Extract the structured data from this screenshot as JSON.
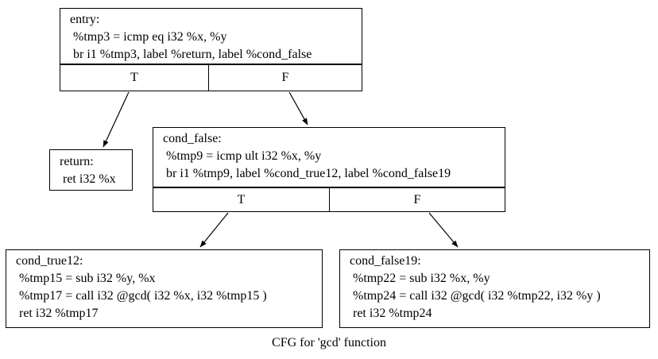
{
  "caption": "CFG for 'gcd' function",
  "colors": {
    "background": "#ffffff",
    "node_border": "#000000",
    "text": "#000000",
    "edge": "#000000"
  },
  "nodes": {
    "entry": {
      "label": "entry:",
      "lines": [
        " %tmp3 = icmp eq i32 %x, %y",
        " br i1 %tmp3, label %return, label %cond_false"
      ],
      "branch_true": "T",
      "branch_false": "F"
    },
    "return": {
      "label": "return:",
      "lines": [
        " ret i32 %x"
      ]
    },
    "cond_false": {
      "label": "cond_false:",
      "lines": [
        " %tmp9 = icmp ult i32 %x, %y",
        " br i1 %tmp9, label %cond_true12, label %cond_false19"
      ],
      "branch_true": "T",
      "branch_false": "F"
    },
    "cond_true12": {
      "label": "cond_true12:",
      "lines": [
        " %tmp15 = sub i32 %y, %x",
        " %tmp17 = call i32 @gcd( i32 %x, i32 %tmp15 )",
        " ret i32 %tmp17"
      ]
    },
    "cond_false19": {
      "label": "cond_false19:",
      "lines": [
        " %tmp22 = sub i32 %x, %y",
        " %tmp24 = call i32 @gcd( i32 %tmp22, i32 %y )",
        " ret i32 %tmp24"
      ]
    }
  },
  "edges": [
    {
      "from": "entry",
      "port": "T",
      "to": "return"
    },
    {
      "from": "entry",
      "port": "F",
      "to": "cond_false"
    },
    {
      "from": "cond_false",
      "port": "T",
      "to": "cond_true12"
    },
    {
      "from": "cond_false",
      "port": "F",
      "to": "cond_false19"
    }
  ]
}
